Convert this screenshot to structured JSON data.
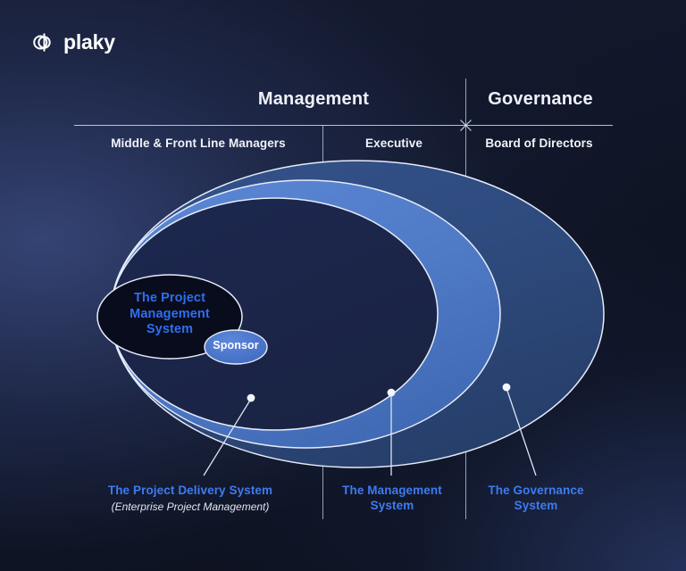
{
  "brand": {
    "name": "plaky",
    "logo_icon": "plaky-logo-icon"
  },
  "header": {
    "domains": [
      {
        "label": "Management"
      },
      {
        "label": "Governance"
      }
    ],
    "roles": [
      {
        "label": "Middle & Front Line Managers"
      },
      {
        "label": "Executive"
      },
      {
        "label": "Board of Directors"
      }
    ]
  },
  "diagram": {
    "type": "nested-ellipse-venn",
    "inner_ellipse": {
      "label_line_1": "The Project",
      "label_line_2": "Management",
      "label_line_3": "System",
      "fill": "#080c1c",
      "text_color": "#2f6ef0"
    },
    "sponsor": {
      "label": "Sponsor",
      "fill": "#4571c8",
      "text_color": "#ffffff"
    },
    "rings": [
      {
        "name": "governance-ring",
        "fill": "#2e4a7d"
      },
      {
        "name": "management-ring",
        "fill": "#4f7ac6"
      },
      {
        "name": "delivery-ring",
        "fill": "#1b2546"
      }
    ]
  },
  "callouts": [
    {
      "title": "The Project Delivery System",
      "subtitle": "(Enterprise Project Management)",
      "color": "#3e7bf0"
    },
    {
      "title": "The Management System",
      "subtitle": "",
      "color": "#3e7bf0"
    },
    {
      "title": "The Governance System",
      "subtitle": "",
      "color": "#3e7bf0"
    }
  ],
  "colors": {
    "background_dark": "#0d1220",
    "background_mid": "#2a3559",
    "accent_blue": "#3e7bf0",
    "ring_light": "#4f7ac6",
    "ring_dark": "#2e4a7d",
    "stroke_white": "#e6ecf8"
  }
}
